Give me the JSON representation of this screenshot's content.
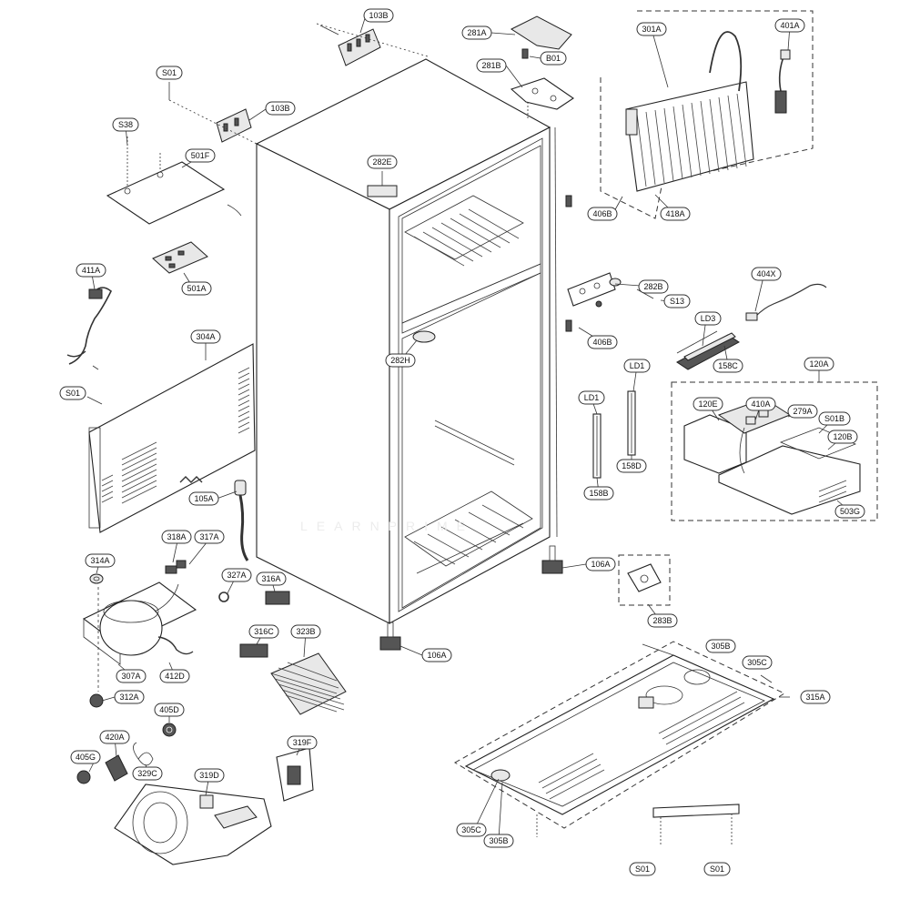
{
  "labels": [
    {
      "id": "103B-top",
      "text": "103B"
    },
    {
      "id": "281A",
      "text": "281A"
    },
    {
      "id": "301A",
      "text": "301A"
    },
    {
      "id": "401A",
      "text": "401A"
    },
    {
      "id": "S01-a",
      "text": "S01"
    },
    {
      "id": "281B",
      "text": "281B"
    },
    {
      "id": "B01",
      "text": "B01"
    },
    {
      "id": "103B-mid",
      "text": "103B"
    },
    {
      "id": "S38",
      "text": "S38"
    },
    {
      "id": "501F",
      "text": "501F"
    },
    {
      "id": "282E",
      "text": "282E"
    },
    {
      "id": "406B-a",
      "text": "406B"
    },
    {
      "id": "418A",
      "text": "418A"
    },
    {
      "id": "411A",
      "text": "411A"
    },
    {
      "id": "501A",
      "text": "501A"
    },
    {
      "id": "404X",
      "text": "404X"
    },
    {
      "id": "282B",
      "text": "282B"
    },
    {
      "id": "S13",
      "text": "S13"
    },
    {
      "id": "LD3",
      "text": "LD3"
    },
    {
      "id": "304A",
      "text": "304A"
    },
    {
      "id": "406B-b",
      "text": "406B"
    },
    {
      "id": "282H",
      "text": "282H"
    },
    {
      "id": "158C",
      "text": "158C"
    },
    {
      "id": "120A",
      "text": "120A"
    },
    {
      "id": "LD1-a",
      "text": "LD1"
    },
    {
      "id": "S01-b",
      "text": "S01"
    },
    {
      "id": "LD1-b",
      "text": "LD1"
    },
    {
      "id": "120E",
      "text": "120E"
    },
    {
      "id": "410A",
      "text": "410A"
    },
    {
      "id": "279A",
      "text": "279A"
    },
    {
      "id": "S01B",
      "text": "S01B"
    },
    {
      "id": "120B",
      "text": "120B"
    },
    {
      "id": "158D",
      "text": "158D"
    },
    {
      "id": "158B",
      "text": "158B"
    },
    {
      "id": "105A",
      "text": "105A"
    },
    {
      "id": "503G",
      "text": "503G"
    },
    {
      "id": "318A",
      "text": "318A"
    },
    {
      "id": "317A",
      "text": "317A"
    },
    {
      "id": "106A-a",
      "text": "106A"
    },
    {
      "id": "314A",
      "text": "314A"
    },
    {
      "id": "327A",
      "text": "327A"
    },
    {
      "id": "316A",
      "text": "316A"
    },
    {
      "id": "283B",
      "text": "283B"
    },
    {
      "id": "316C",
      "text": "316C"
    },
    {
      "id": "323B",
      "text": "323B"
    },
    {
      "id": "305B-a",
      "text": "305B"
    },
    {
      "id": "106A-b",
      "text": "106A"
    },
    {
      "id": "305C-a",
      "text": "305C"
    },
    {
      "id": "307A",
      "text": "307A"
    },
    {
      "id": "412D",
      "text": "412D"
    },
    {
      "id": "312A",
      "text": "312A"
    },
    {
      "id": "315A",
      "text": "315A"
    },
    {
      "id": "405D",
      "text": "405D"
    },
    {
      "id": "420A",
      "text": "420A"
    },
    {
      "id": "319F",
      "text": "319F"
    },
    {
      "id": "405G",
      "text": "405G"
    },
    {
      "id": "329C",
      "text": "329C"
    },
    {
      "id": "319D",
      "text": "319D"
    },
    {
      "id": "305C-b",
      "text": "305C"
    },
    {
      "id": "305B-b",
      "text": "305B"
    },
    {
      "id": "S01-c",
      "text": "S01"
    },
    {
      "id": "S01-d",
      "text": "S01"
    }
  ],
  "watermark": "LEARNPRIME"
}
